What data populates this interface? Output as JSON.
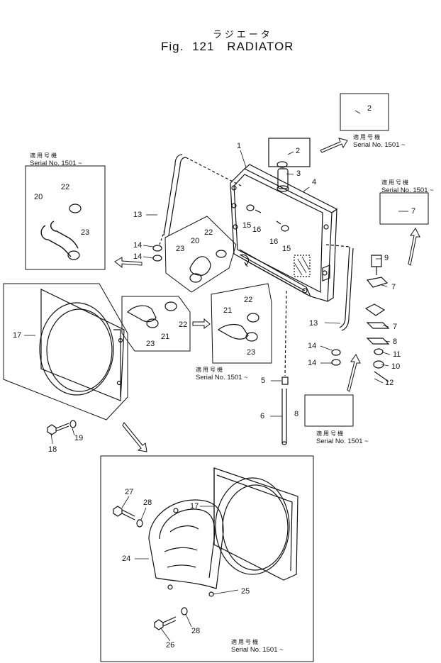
{
  "header": {
    "title_jp": "ラジエータ",
    "fig_prefix": "Fig.",
    "fig_number": "121",
    "title_en": "RADIATOR"
  },
  "serial_note": {
    "jp": "適用号機",
    "text": "Serial No. 1501 ~"
  },
  "callouts": [
    "1",
    "2",
    "2",
    "3",
    "4",
    "5",
    "6",
    "7",
    "7",
    "7",
    "8",
    "8",
    "9",
    "10",
    "11",
    "12",
    "13",
    "13",
    "14",
    "14",
    "14",
    "14",
    "15",
    "15",
    "16",
    "16",
    "17",
    "17",
    "18",
    "19",
    "20",
    "20",
    "21",
    "21",
    "22",
    "22",
    "22",
    "22",
    "23",
    "23",
    "23",
    "23",
    "24",
    "25",
    "26",
    "27",
    "28",
    "28"
  ]
}
